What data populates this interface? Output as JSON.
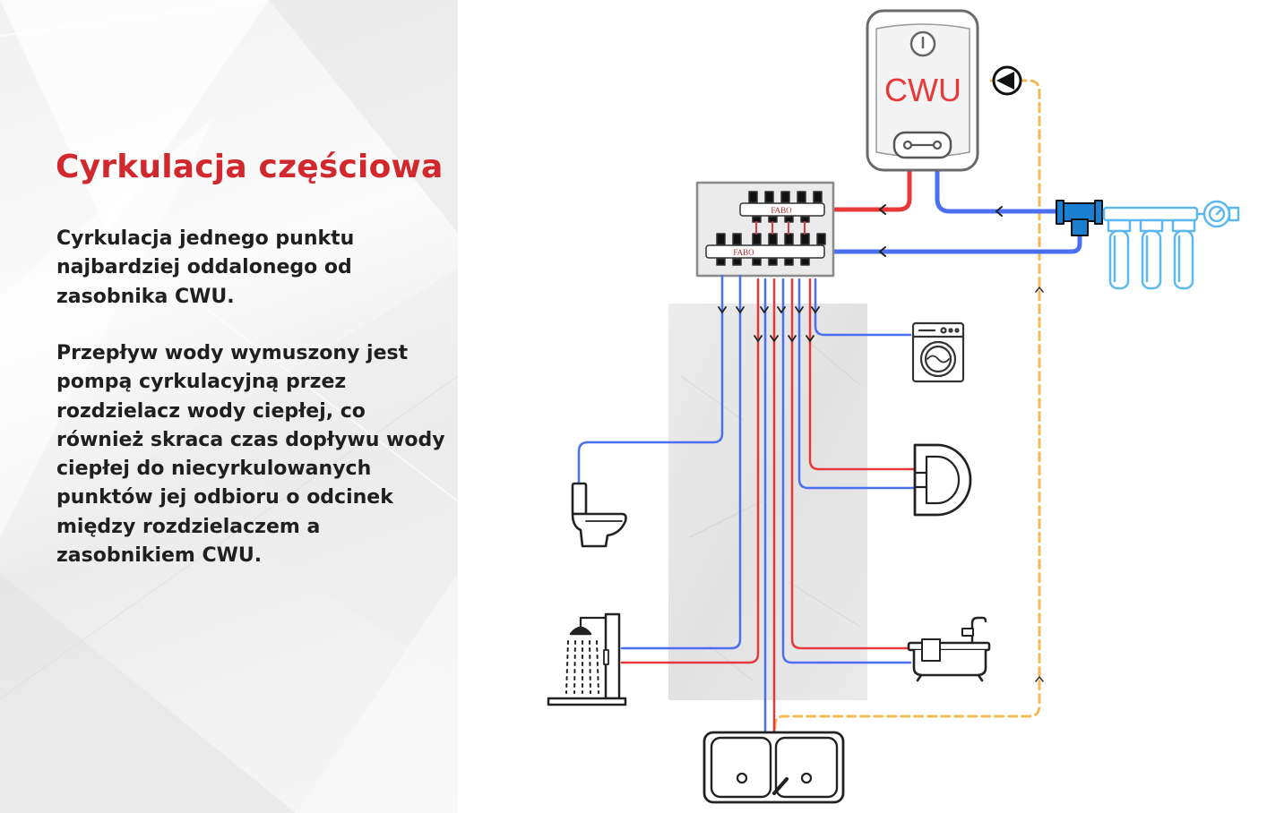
{
  "panel": {
    "title": "Cyrkulacja częściowa",
    "paragraph1": "Cyrkulacja jednego punktu najbardziej oddalonego od zasobnika CWU.",
    "paragraph2": "Przepływ wody wymuszony jest pompą cyrkulacyjną przez rozdzielacz wody ciepłej, co również skraca czas dopływu wody ciepłej do niecyrkulowanych punktów jej odbioru o odcinek między rozdzielaczem a zasobnikiem CWU."
  },
  "diagram": {
    "tank_label": "CWU",
    "manifold_brand": "FABO",
    "colors": {
      "hot": "#e8383a",
      "cold": "#4a6ff0",
      "circulation": "#f5b955",
      "filter": "#5eb8ee",
      "fitting": "#1a7fd0",
      "title": "#d0282c"
    },
    "components": [
      {
        "name": "hot-water-tank",
        "icon": "water-heater-icon"
      },
      {
        "name": "circulation-pump",
        "icon": "pump-icon"
      },
      {
        "name": "water-distribution-manifold",
        "icon": "manifold-icon"
      },
      {
        "name": "water-filter-set",
        "icon": "filter-icon"
      },
      {
        "name": "water-meter",
        "icon": "water-meter-icon"
      },
      {
        "name": "washing-machine",
        "icon": "washing-machine-icon"
      },
      {
        "name": "washbasin",
        "icon": "washbasin-icon"
      },
      {
        "name": "toilet",
        "icon": "toilet-icon"
      },
      {
        "name": "shower",
        "icon": "shower-icon"
      },
      {
        "name": "bathtub",
        "icon": "bathtub-icon"
      },
      {
        "name": "kitchen-sink",
        "icon": "kitchen-sink-icon"
      }
    ]
  }
}
